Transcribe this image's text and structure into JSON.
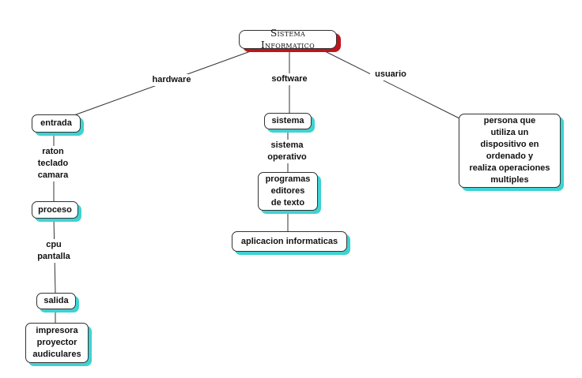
{
  "root": "Sistema Informatico",
  "branches": {
    "hardware": "hardware",
    "software": "software",
    "usuario": "usuario"
  },
  "hardware": {
    "entrada": "entrada",
    "entrada_items": "raton\nteclado\ncamara",
    "proceso": "proceso",
    "proceso_items": "cpu\npantalla",
    "salida": "salida",
    "salida_items": "impresora\nproyector\naudiculares"
  },
  "software": {
    "sistema": "sistema",
    "sistema_link": "sistema\noperativo",
    "programas": "programas\neditores\nde texto",
    "aplicacion": "aplicacion informaticas"
  },
  "usuario": {
    "definition": "persona que\nutiliza un\ndispositivo en\nordenado y\nrealiza operaciones\nmultiples"
  },
  "colors": {
    "node_shadow": "#3fd2d2",
    "root_shadow": "#c0141a",
    "line": "#333333"
  }
}
